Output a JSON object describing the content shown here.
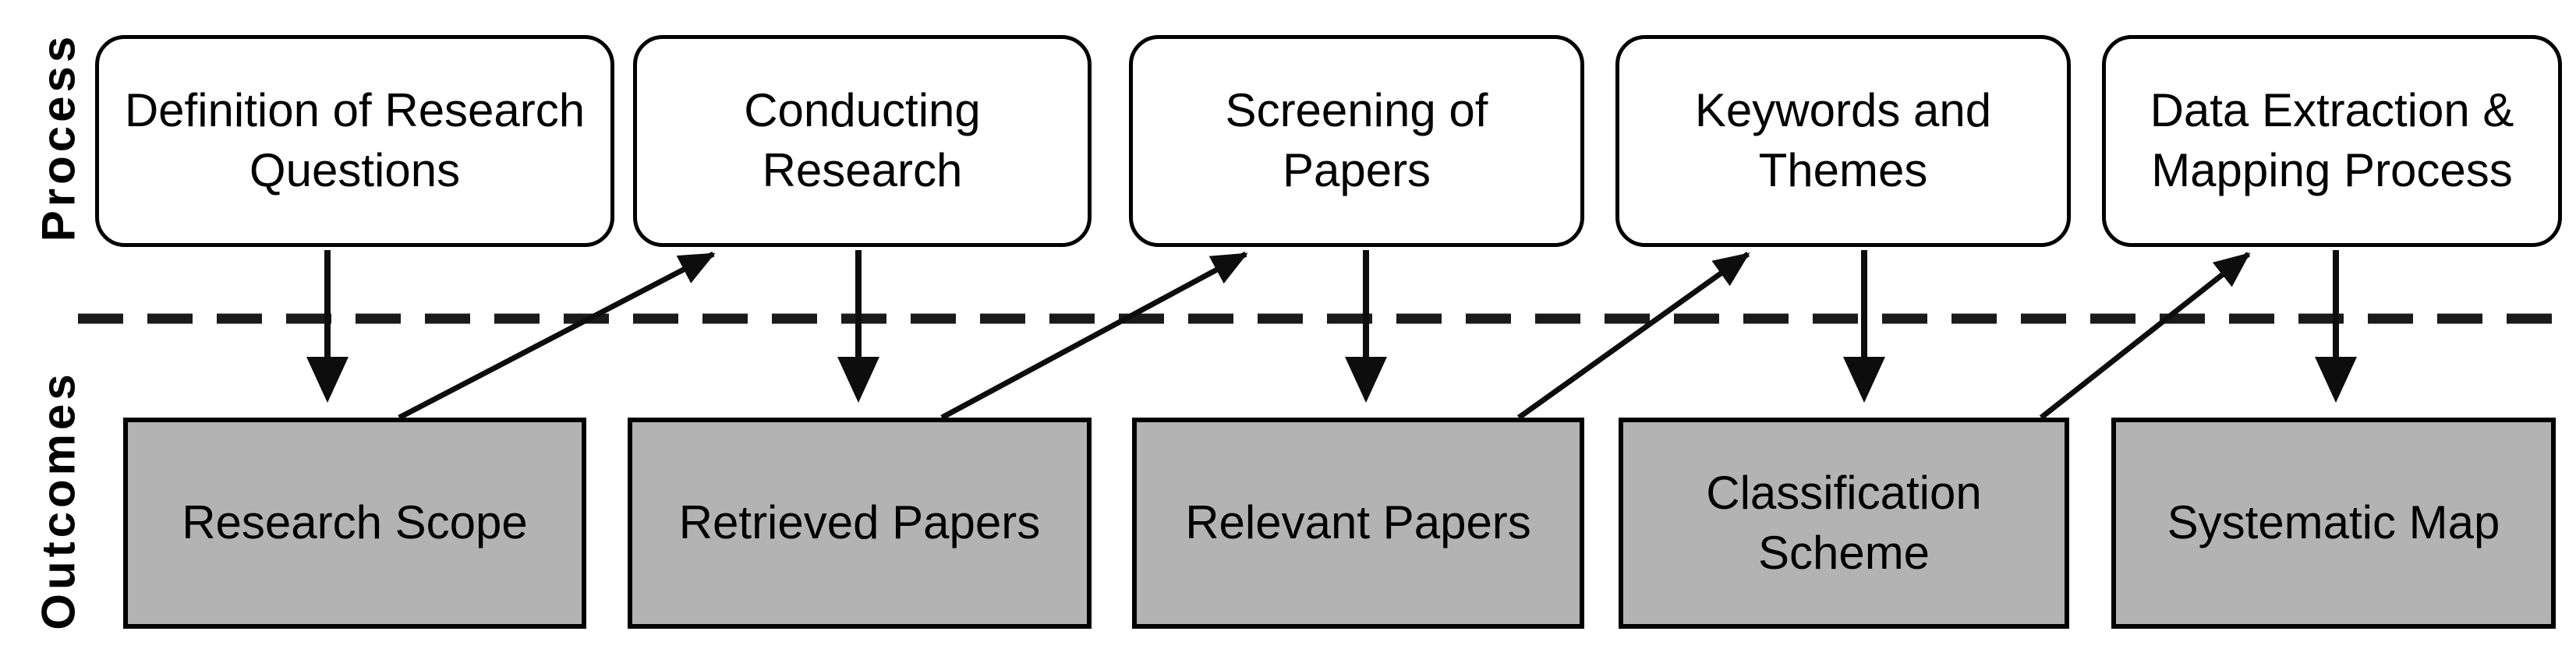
{
  "axis_labels": {
    "process": "Process",
    "outcomes": "Outcomes"
  },
  "columns": [
    {
      "process_lines": [
        "Definition of Research",
        "Questions"
      ],
      "outcome_lines": [
        "Research Scope"
      ]
    },
    {
      "process_lines": [
        "Conducting",
        "Research"
      ],
      "outcome_lines": [
        "Retrieved Papers"
      ]
    },
    {
      "process_lines": [
        "Screening of",
        "Papers"
      ],
      "outcome_lines": [
        "Relevant Papers"
      ]
    },
    {
      "process_lines": [
        "Keywords and",
        "Themes"
      ],
      "outcome_lines": [
        "Classification",
        "Scheme"
      ]
    },
    {
      "process_lines": [
        "Data Extraction &",
        "Mapping Process"
      ],
      "outcome_lines": [
        "Systematic Map"
      ]
    }
  ],
  "colors": {
    "process_box_fill": "#ffffff",
    "outcome_box_fill": "#b3b3b3",
    "stroke": "#000000",
    "arrow": "#0d0d0d",
    "divider": "#1a1a1a"
  }
}
